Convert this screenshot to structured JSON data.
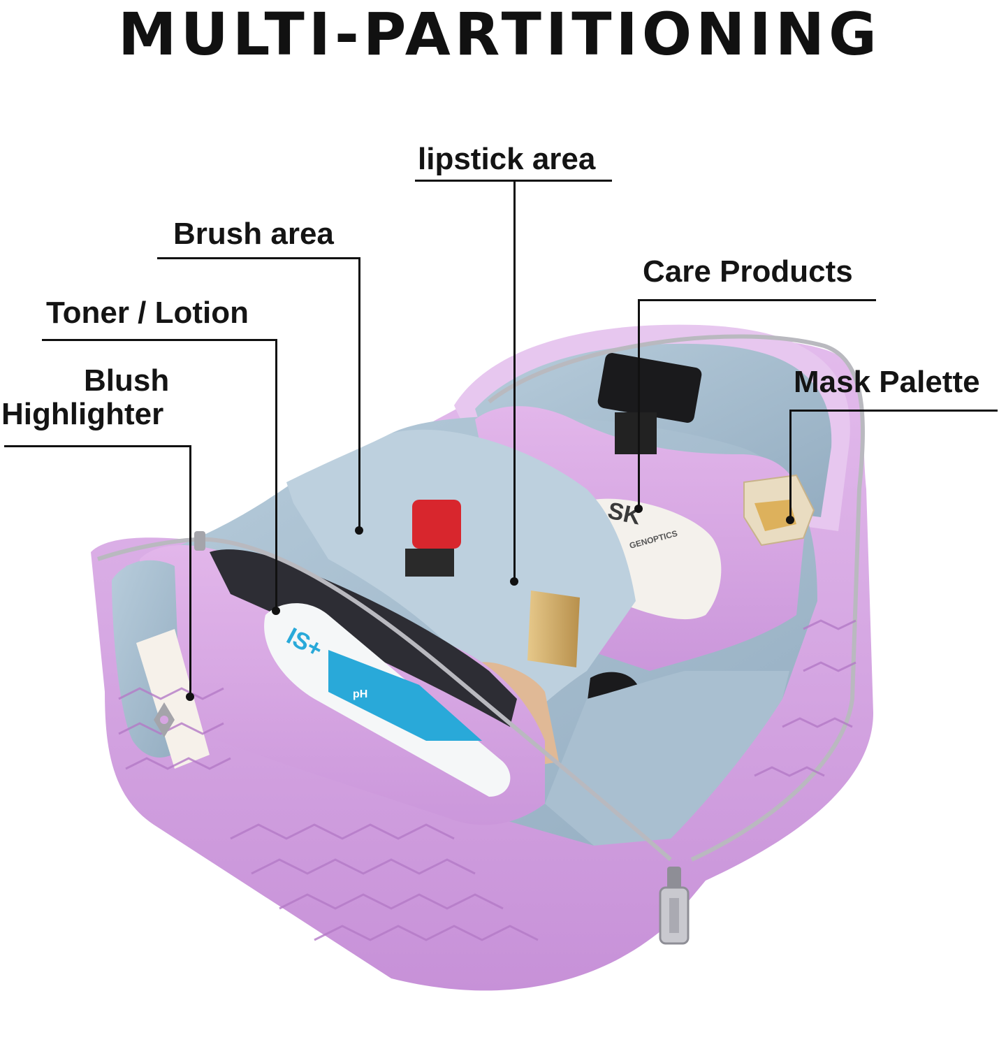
{
  "headline": "MULTI-PARTITIONING",
  "callouts": {
    "lipstick": "lipstick area",
    "brush": "Brush area",
    "care": "Care Products",
    "toner": "Toner / Lotion",
    "mask": "Mask Palette",
    "blush_line1": "Blush",
    "blush_line2": "Highlighter"
  },
  "product_print": {
    "sk_bottle": "SK",
    "sk_sub": "GENOPTICS",
    "is_tube": "IS+",
    "tube_badge": "pH"
  },
  "colors": {
    "bag": "#d6a6e2",
    "bag_shade": "#b985cb",
    "lining": "#a9bfd0",
    "lining_dark": "#8ea7bb",
    "zipper": "#b9b9bf",
    "label_text": "#141414",
    "lipstick_red": "#d8262d",
    "tube_blue": "#29a9d9",
    "gold": "#c9a262"
  },
  "icons": {
    "zipper_pull": "zipper-pull-icon",
    "brand_emblem": "brand-emblem-icon"
  }
}
